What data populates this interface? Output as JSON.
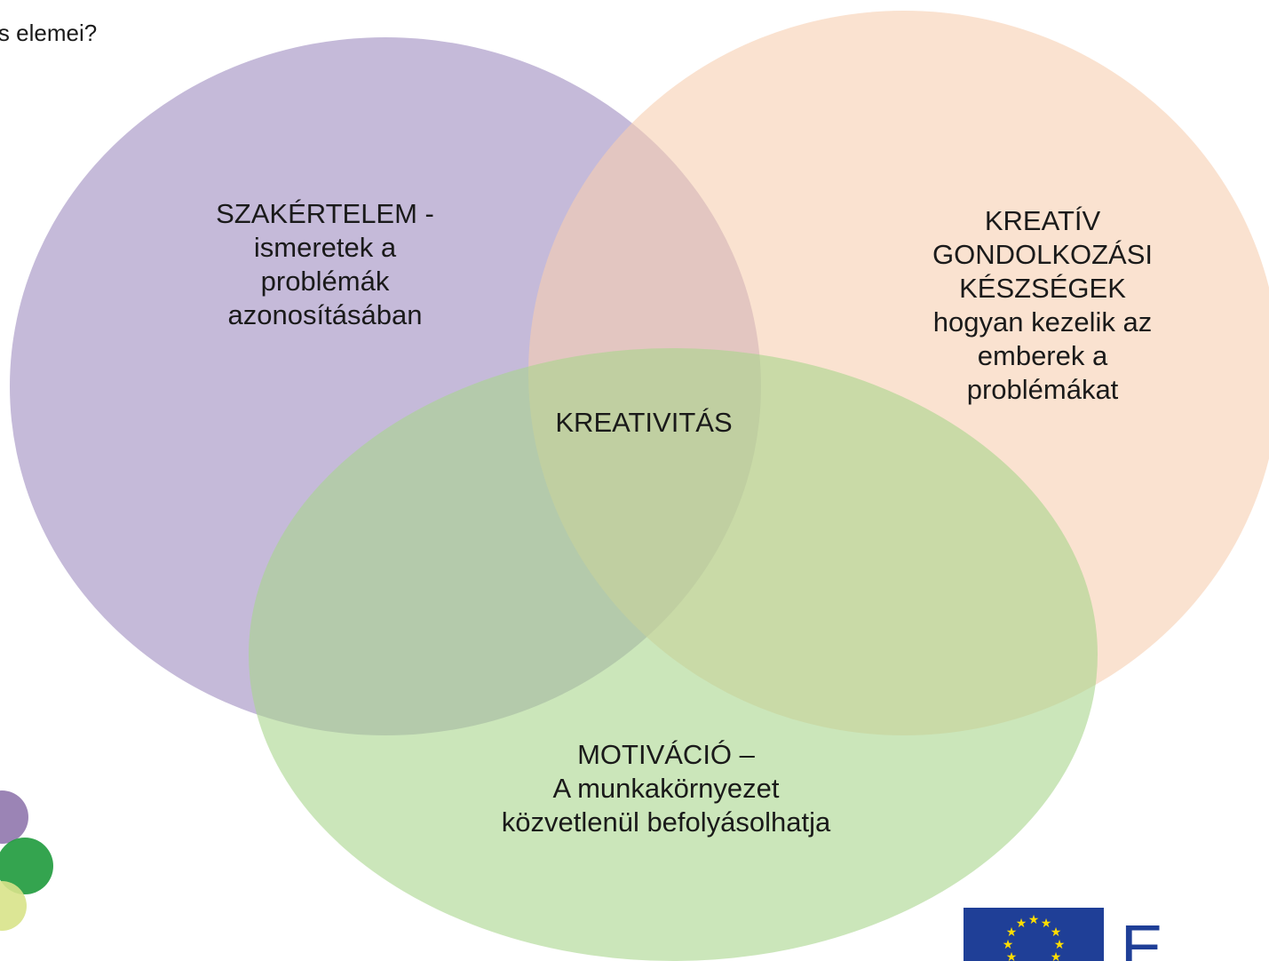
{
  "slide": {
    "title": "ativitás elemei?"
  },
  "diagram": {
    "type": "venn",
    "circles": [
      {
        "id": "expertise",
        "color": "#c5bad9",
        "lines": [
          "SZAKÉRTELEM -",
          "ismeretek a",
          "problémák",
          "azonosításában"
        ]
      },
      {
        "id": "creative-thinking",
        "color": "#f7cfb0",
        "lines": [
          "KREATÍV",
          "GONDOLKOZÁSI",
          "KÉSZSÉGEK",
          "hogyan kezelik az",
          "emberek a",
          "problémákat"
        ]
      },
      {
        "id": "motivation",
        "color": "#b8dc9f",
        "lines": [
          "MOTIVÁCIÓ –",
          "A munkakörnyezet",
          "közvetlenül befolyásolhatja"
        ]
      }
    ],
    "center_label": "KREATIVITÁS"
  },
  "footer": {
    "eu_text": "E",
    "logo_colors": [
      "#8a6fa8",
      "#1e9a3c",
      "#d8e38a"
    ],
    "eu_flag_color": "#1f3f97",
    "eu_star_color": "#ffdd00"
  }
}
